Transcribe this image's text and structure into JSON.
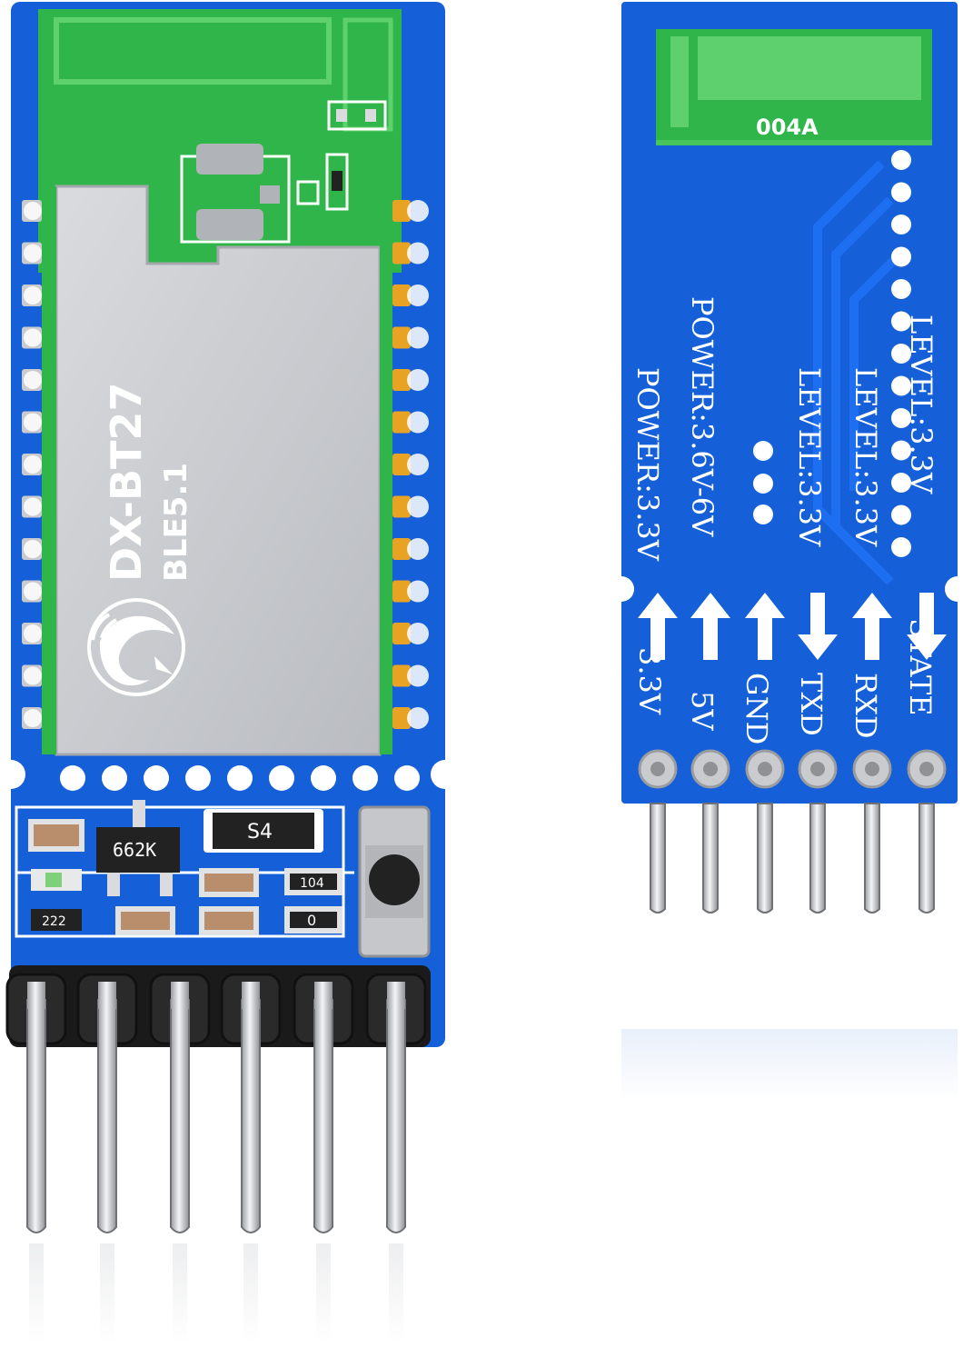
{
  "front": {
    "module_name": "DX-BT27",
    "module_sub": "BLE5.1",
    "chip_662k": "662K",
    "chip_s4": "S4",
    "chip_104": "104",
    "chip_222": "222",
    "chip_0": "0"
  },
  "back": {
    "antenna_code": "004A",
    "labels": {
      "power1": "POWER:3.3V",
      "power2": "POWER:3.6V-6V",
      "level1": "LEVEL:3.3V",
      "level2": "LEVEL:3.3V",
      "level3": "LEVEL:3.3V"
    },
    "pins": [
      "3.3V",
      "5V",
      "GND",
      "TXD",
      "RXD",
      "STATE"
    ]
  },
  "colors": {
    "pcb_blue": "#1560d8",
    "antenna_green": "#2fb54a",
    "shield_silver": "#c9ccd1",
    "pad_gold": "#e8a224",
    "pin_silver": "#c7c9cc"
  }
}
